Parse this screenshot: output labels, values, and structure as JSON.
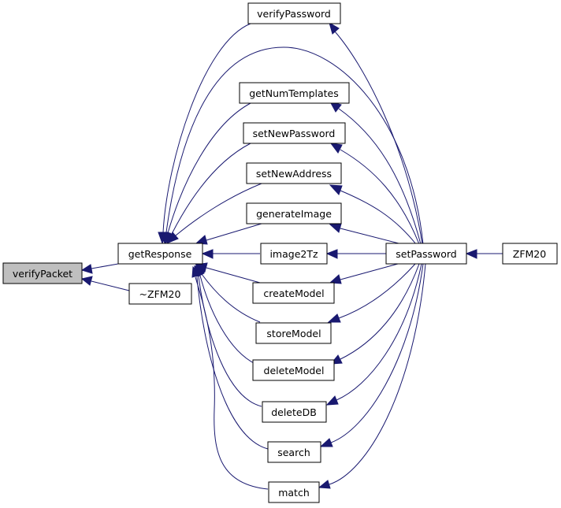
{
  "diagram": {
    "nodes": {
      "verifyPacket": "verifyPacket",
      "getResponse": "getResponse",
      "dtor": "~ZFM20",
      "verifyPassword": "verifyPassword",
      "getNumTemplates": "getNumTemplates",
      "setNewPassword": "setNewPassword",
      "setNewAddress": "setNewAddress",
      "generateImage": "generateImage",
      "image2Tz": "image2Tz",
      "createModel": "createModel",
      "storeModel": "storeModel",
      "deleteModel": "deleteModel",
      "deleteDB": "deleteDB",
      "search": "search",
      "match": "match",
      "setPassword": "setPassword",
      "ctor": "ZFM20"
    },
    "highlighted": "verifyPacket",
    "edge_color": "#191970",
    "edges": [
      [
        "getResponse",
        "verifyPacket"
      ],
      [
        "dtor",
        "verifyPacket"
      ],
      [
        "verifyPassword",
        "getResponse"
      ],
      [
        "setPassword",
        "getResponse"
      ],
      [
        "getNumTemplates",
        "getResponse"
      ],
      [
        "setNewPassword",
        "getResponse"
      ],
      [
        "setNewAddress",
        "getResponse"
      ],
      [
        "generateImage",
        "getResponse"
      ],
      [
        "image2Tz",
        "getResponse"
      ],
      [
        "createModel",
        "getResponse"
      ],
      [
        "storeModel",
        "getResponse"
      ],
      [
        "deleteModel",
        "getResponse"
      ],
      [
        "deleteDB",
        "getResponse"
      ],
      [
        "search",
        "getResponse"
      ],
      [
        "match",
        "getResponse"
      ],
      [
        "setPassword",
        "verifyPassword"
      ],
      [
        "setPassword",
        "getNumTemplates"
      ],
      [
        "setPassword",
        "setNewPassword"
      ],
      [
        "setPassword",
        "setNewAddress"
      ],
      [
        "setPassword",
        "generateImage"
      ],
      [
        "setPassword",
        "image2Tz"
      ],
      [
        "setPassword",
        "createModel"
      ],
      [
        "setPassword",
        "storeModel"
      ],
      [
        "setPassword",
        "deleteModel"
      ],
      [
        "setPassword",
        "deleteDB"
      ],
      [
        "setPassword",
        "search"
      ],
      [
        "setPassword",
        "match"
      ],
      [
        "ctor",
        "setPassword"
      ]
    ]
  }
}
